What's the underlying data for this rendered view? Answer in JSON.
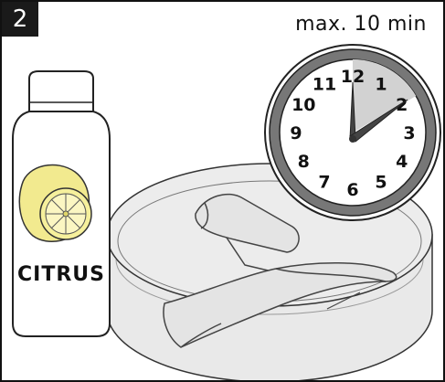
{
  "step": {
    "number": "2"
  },
  "time_note": "max. 10 min",
  "bottle": {
    "label": "CITRUS",
    "icon": "lemon-icon"
  },
  "clock": {
    "icon": "clock-icon",
    "numerals": [
      "12",
      "1",
      "2",
      "3",
      "4",
      "5",
      "6",
      "7",
      "8",
      "9",
      "10",
      "11"
    ],
    "hour_hand_time": "12",
    "minute_hand_mark": "2",
    "highlight_minutes": 10,
    "highlight_color": "#d2d2d2"
  },
  "basin": {
    "icon": "basin-icon",
    "liquid_color": "#e6e6e6"
  },
  "appliance": {
    "icon": "hair-dryer-icon"
  }
}
